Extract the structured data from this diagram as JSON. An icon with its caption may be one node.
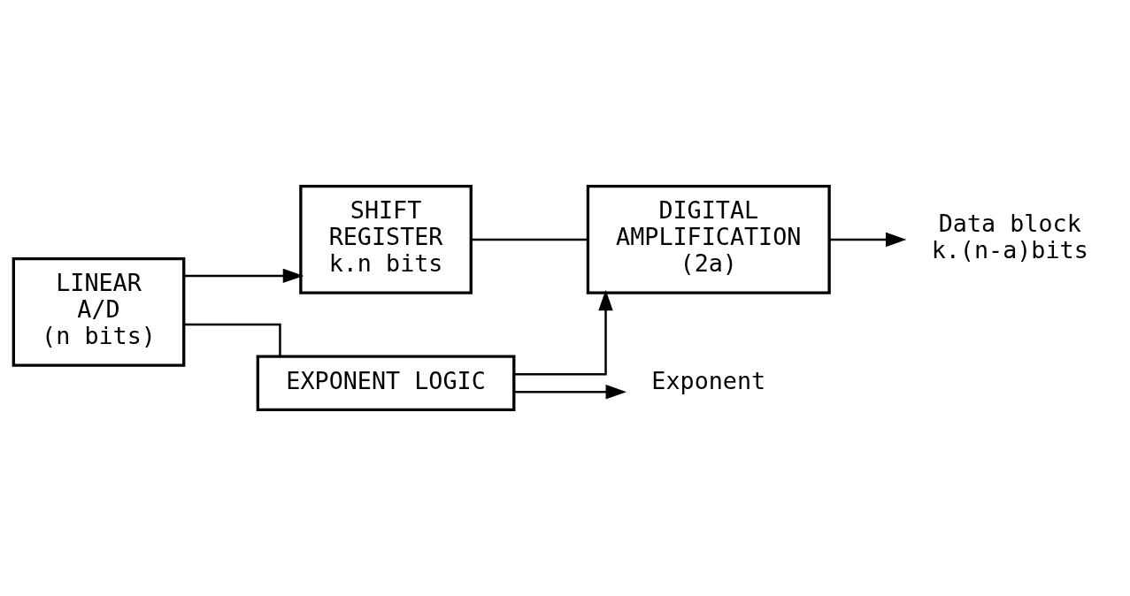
{
  "diagram": {
    "nodes": [
      {
        "text": [
          "LINEAR A/D (n bits)"
        ]
      },
      {
        "text": [
          "SHIFT REGISTER k.n bits"
        ]
      },
      {
        "text": [
          "DIGITAL AMPLIFICATION (2a)"
        ]
      },
      {
        "text": [
          "EXPONENT LOGIC"
        ]
      },
      {
        "text": [
          "Data block k.(n-a)bits"
        ]
      },
      {
        "text": [
          "Exponent"
        ]
      }
    ],
    "edges": [
      {
        "from": 0,
        "to": 1,
        "arrow": "to"
      },
      {
        "from": 0,
        "to": 3,
        "arrow": "none"
      },
      {
        "from": 1,
        "to": 2,
        "arrow": "none"
      },
      {
        "from": 3,
        "to": 2,
        "arrow": "to"
      },
      {
        "from": 2,
        "to": 4,
        "arrow": "to"
      },
      {
        "from": 3,
        "to": 5,
        "arrow": "to"
      }
    ]
  }
}
